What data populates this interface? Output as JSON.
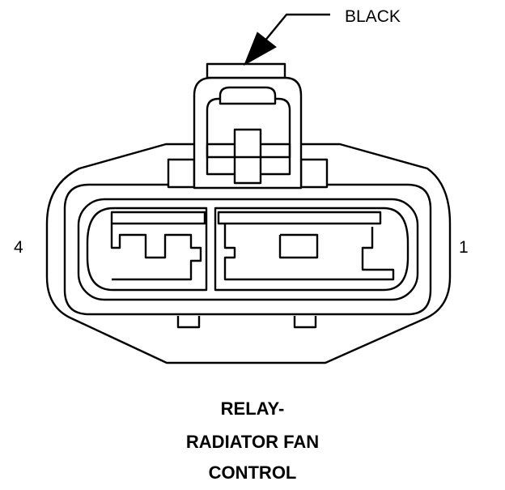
{
  "callout": {
    "label": "BLACK"
  },
  "pins": {
    "left": "4",
    "right": "1"
  },
  "caption": {
    "line1": "RELAY-",
    "line2": "RADIATOR FAN",
    "line3": "CONTROL"
  },
  "colors": {
    "stroke": "#000000",
    "background": "#ffffff"
  }
}
